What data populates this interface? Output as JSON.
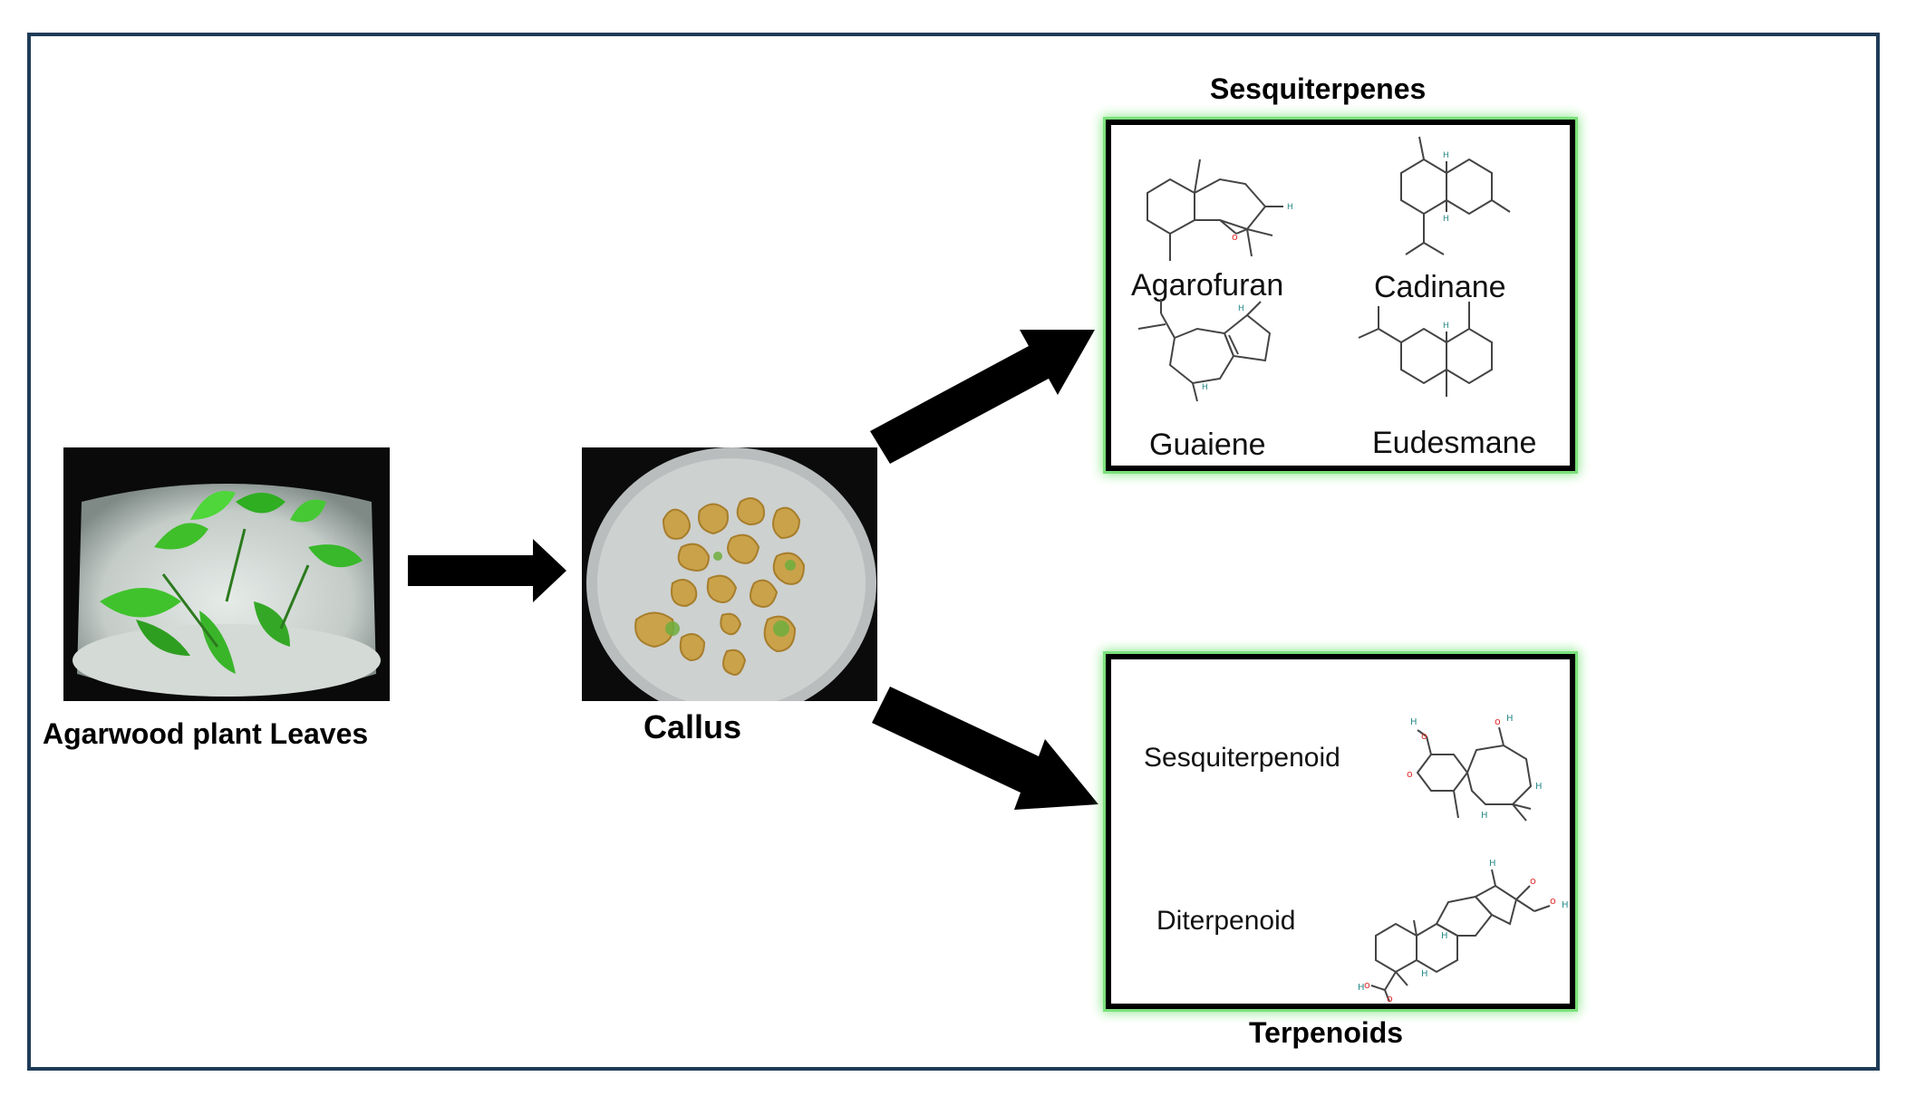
{
  "images": {
    "leaves": {
      "caption": "Agarwood plant Leaves"
    },
    "callus": {
      "caption": "Callus"
    }
  },
  "sesquiterpenes": {
    "title": "Sesquiterpenes",
    "compounds": [
      "Agarofuran",
      "Cadinane",
      "Guaiene",
      "Eudesmane"
    ]
  },
  "terpenoids": {
    "title": "Terpenoids",
    "compounds": [
      "Sesquiterpenoid",
      "Diterpenoid"
    ]
  },
  "colors": {
    "frame": "#1f3b57",
    "box_glow": "#7be07b",
    "arrow": "#000000",
    "oxygen": "#e03030",
    "hydrogen": "#2a8a8a"
  }
}
